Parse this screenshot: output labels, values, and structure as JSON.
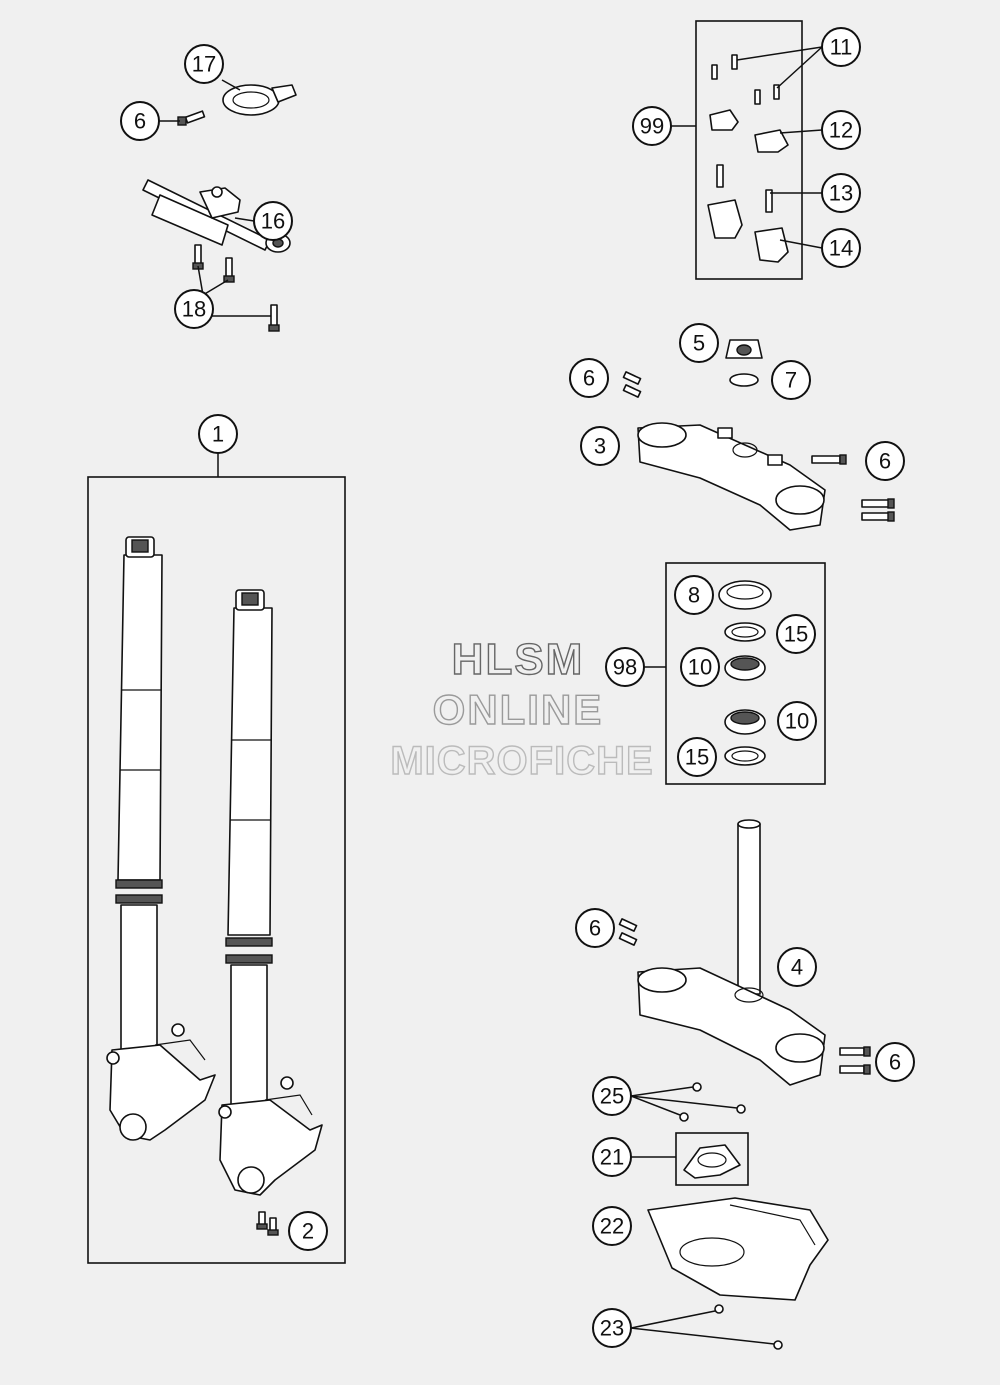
{
  "callouts": [
    "1",
    "2",
    "3",
    "4",
    "5",
    "6",
    "7",
    "8",
    "10",
    "11",
    "12",
    "13",
    "14",
    "15",
    "16",
    "17",
    "18",
    "21",
    "22",
    "23",
    "25",
    "98",
    "99"
  ],
  "watermark": {
    "line1": "HLSM",
    "line2": "ONLINE",
    "line3": "MICROFICHE"
  }
}
